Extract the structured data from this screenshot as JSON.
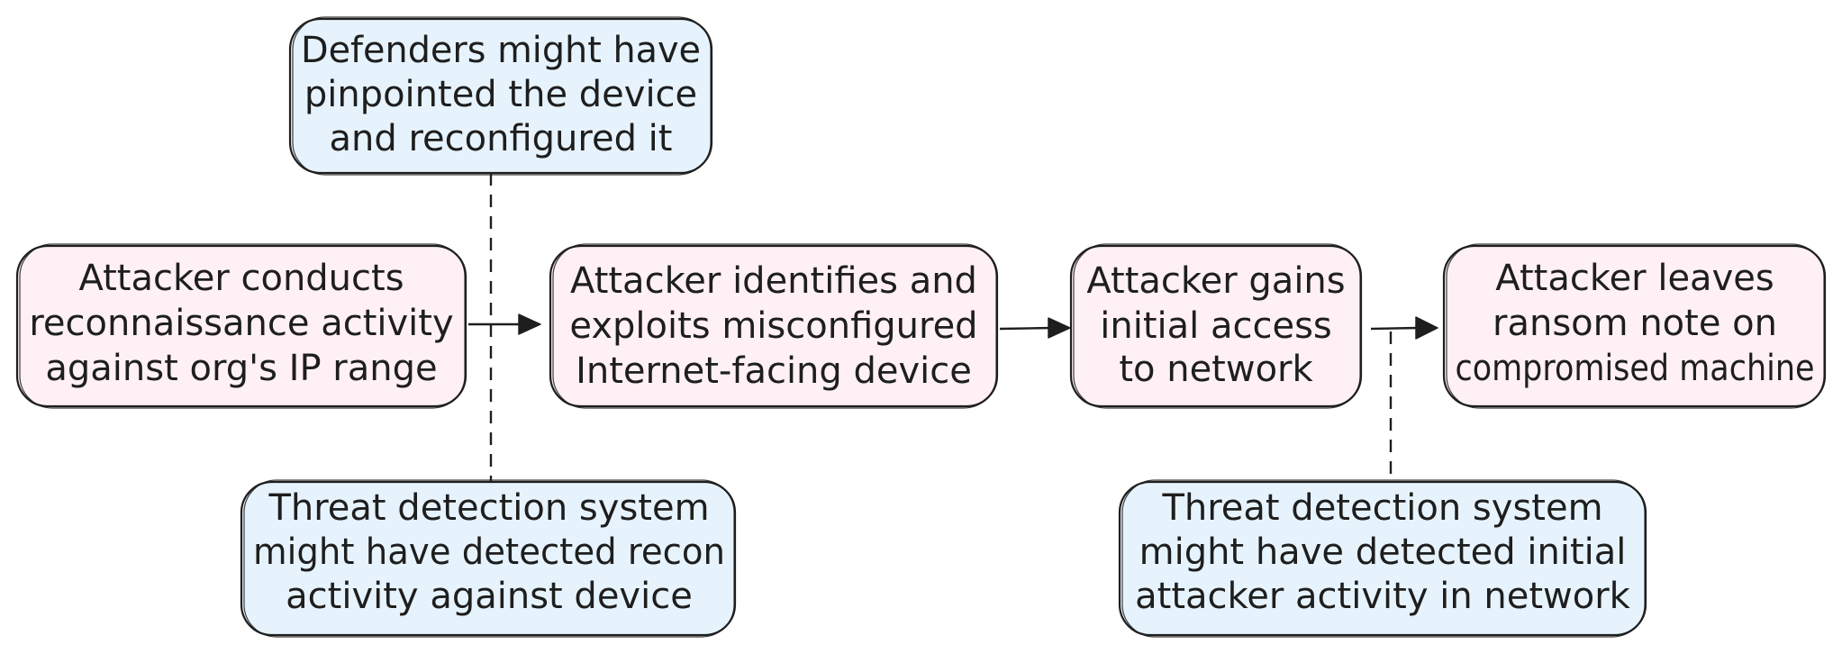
{
  "diagram": {
    "nodes": {
      "recon": {
        "lines": [
          "Attacker conducts",
          "reconnaissance activity",
          "against org's IP range"
        ],
        "color": "#fff0f5"
      },
      "exploit": {
        "lines": [
          "Attacker identifies and",
          "exploits misconfigured",
          "Internet-facing device"
        ],
        "color": "#fff0f5"
      },
      "access": {
        "lines": [
          "Attacker gains",
          "initial access",
          "to network"
        ],
        "color": "#fff0f5"
      },
      "ransom": {
        "lines": [
          "Attacker leaves",
          "ransom note on",
          "compromised machine"
        ],
        "color": "#fff0f5"
      },
      "defenders": {
        "lines": [
          "Defenders might have",
          "pinpointed the device",
          "and reconfigured it"
        ],
        "color": "#e6f3fd"
      },
      "detect_recon": {
        "lines": [
          "Threat detection system",
          "might have detected recon",
          "activity against device"
        ],
        "color": "#e6f3fd"
      },
      "detect_network": {
        "lines": [
          "Threat detection system",
          "might have detected initial",
          "attacker activity in network"
        ],
        "color": "#e6f3fd"
      }
    },
    "stroke_color": "#1e1e1e"
  }
}
